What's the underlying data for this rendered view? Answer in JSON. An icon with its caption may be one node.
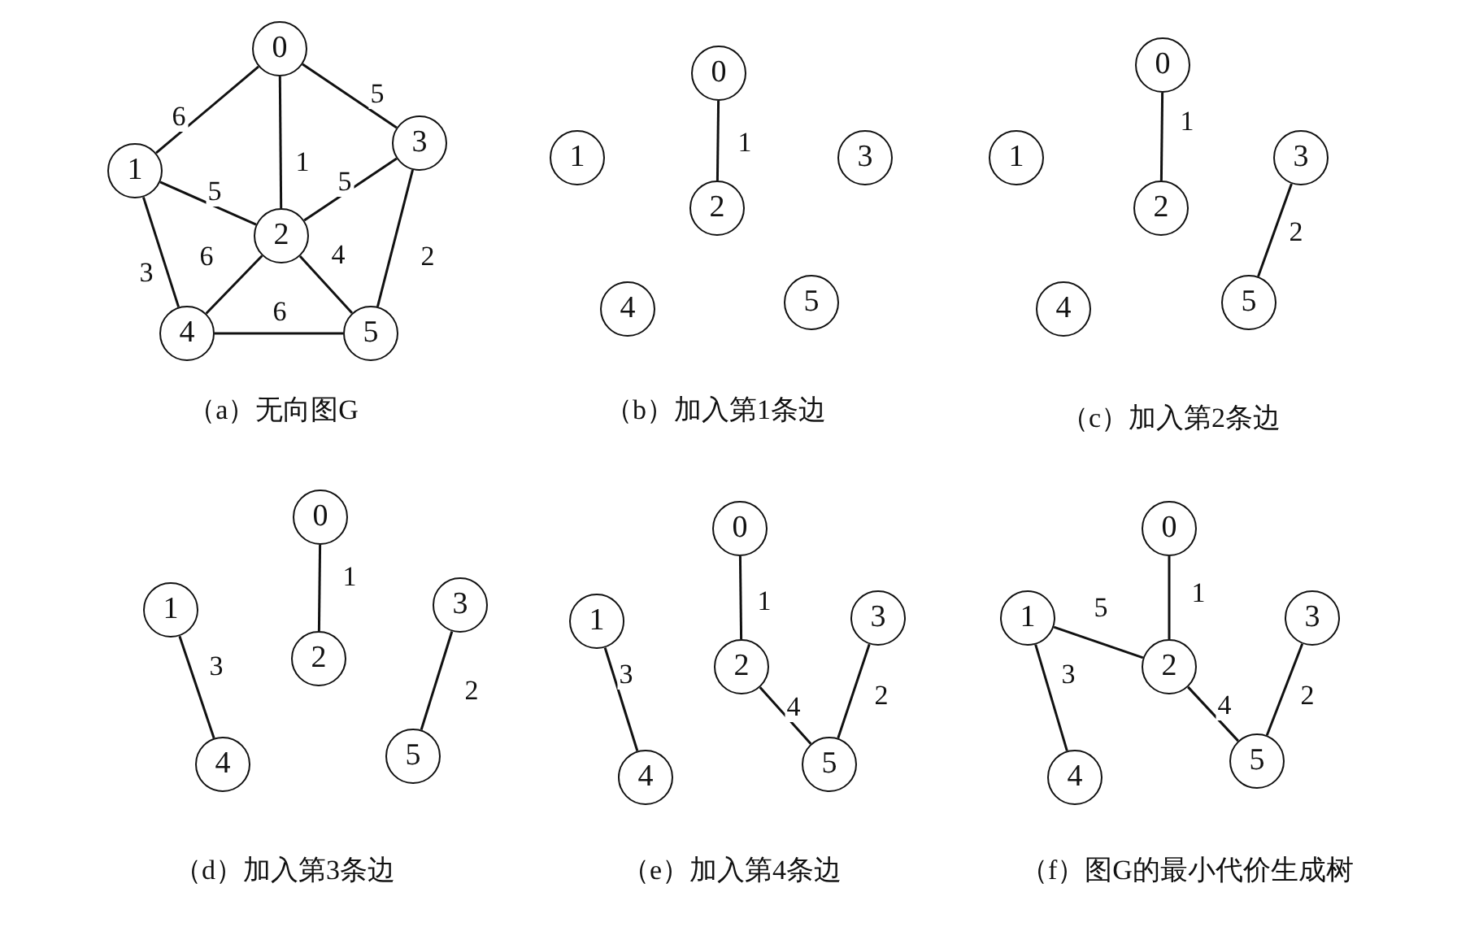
{
  "diagram": {
    "nodes": [
      {
        "text": [
          "0"
        ]
      },
      {
        "text": [
          "1"
        ]
      },
      {
        "text": [
          "2"
        ]
      },
      {
        "text": [
          "3"
        ]
      },
      {
        "text": [
          "4"
        ]
      },
      {
        "text": [
          "5"
        ]
      },
      {
        "text": [
          "0"
        ]
      },
      {
        "text": [
          "1"
        ]
      },
      {
        "text": [
          "2"
        ]
      },
      {
        "text": [
          "3"
        ]
      },
      {
        "text": [
          "4"
        ]
      },
      {
        "text": [
          "5"
        ]
      },
      {
        "text": [
          "0"
        ]
      },
      {
        "text": [
          "1"
        ]
      },
      {
        "text": [
          "2"
        ]
      },
      {
        "text": [
          "3"
        ]
      },
      {
        "text": [
          "4"
        ]
      },
      {
        "text": [
          "5"
        ]
      },
      {
        "text": [
          "0"
        ]
      },
      {
        "text": [
          "1"
        ]
      },
      {
        "text": [
          "2"
        ]
      },
      {
        "text": [
          "3"
        ]
      },
      {
        "text": [
          "4"
        ]
      },
      {
        "text": [
          "5"
        ]
      },
      {
        "text": [
          "0"
        ]
      },
      {
        "text": [
          "1"
        ]
      },
      {
        "text": [
          "2"
        ]
      },
      {
        "text": [
          "3"
        ]
      },
      {
        "text": [
          "4"
        ]
      },
      {
        "text": [
          "5"
        ]
      },
      {
        "text": [
          "0"
        ]
      },
      {
        "text": [
          "1"
        ]
      },
      {
        "text": [
          "2"
        ]
      },
      {
        "text": [
          "3"
        ]
      },
      {
        "text": [
          "4"
        ]
      },
      {
        "text": [
          "5"
        ]
      }
    ],
    "edges": [
      {
        "from": 0,
        "to": 1,
        "arrow": "none",
        "label": "6"
      },
      {
        "from": 0,
        "to": 3,
        "arrow": "none",
        "label": "5"
      },
      {
        "from": 0,
        "to": 2,
        "arrow": "none",
        "label": "1"
      },
      {
        "from": 1,
        "to": 2,
        "arrow": "none",
        "label": "5"
      },
      {
        "from": 2,
        "to": 3,
        "arrow": "none",
        "label": "5"
      },
      {
        "from": 1,
        "to": 4,
        "arrow": "none",
        "label": "3"
      },
      {
        "from": 2,
        "to": 4,
        "arrow": "none",
        "label": "6"
      },
      {
        "from": 2,
        "to": 5,
        "arrow": "none",
        "label": "4"
      },
      {
        "from": 3,
        "to": 5,
        "arrow": "none",
        "label": "2"
      },
      {
        "from": 4,
        "to": 5,
        "arrow": "none",
        "label": "6"
      },
      {
        "from": 6,
        "to": 8,
        "arrow": "none",
        "label": "1"
      },
      {
        "from": 12,
        "to": 14,
        "arrow": "none",
        "label": "1"
      },
      {
        "from": 15,
        "to": 17,
        "arrow": "none",
        "label": "2"
      },
      {
        "from": 18,
        "to": 20,
        "arrow": "none",
        "label": "1"
      },
      {
        "from": 19,
        "to": 22,
        "arrow": "none",
        "label": "3"
      },
      {
        "from": 21,
        "to": 23,
        "arrow": "none",
        "label": "2"
      },
      {
        "from": 24,
        "to": 26,
        "arrow": "none",
        "label": "1"
      },
      {
        "from": 25,
        "to": 28,
        "arrow": "none",
        "label": "3"
      },
      {
        "from": 26,
        "to": 29,
        "arrow": "none",
        "label": "4"
      },
      {
        "from": 27,
        "to": 29,
        "arrow": "none",
        "label": "2"
      },
      {
        "from": 31,
        "to": 32,
        "arrow": "none",
        "label": "5"
      },
      {
        "from": 30,
        "to": 32,
        "arrow": "none",
        "label": "1"
      },
      {
        "from": 31,
        "to": 34,
        "arrow": "none",
        "label": "3"
      },
      {
        "from": 32,
        "to": 35,
        "arrow": "none",
        "label": "4"
      },
      {
        "from": 33,
        "to": 35,
        "arrow": "none",
        "label": "2"
      }
    ],
    "labels": [
      "（a）无向图G",
      "（b）加入第1条边",
      "（c）加入第2条边",
      "（d）加入第3条边",
      "（e）加入第4条边",
      "（f）图G的最小代价生成树"
    ]
  }
}
